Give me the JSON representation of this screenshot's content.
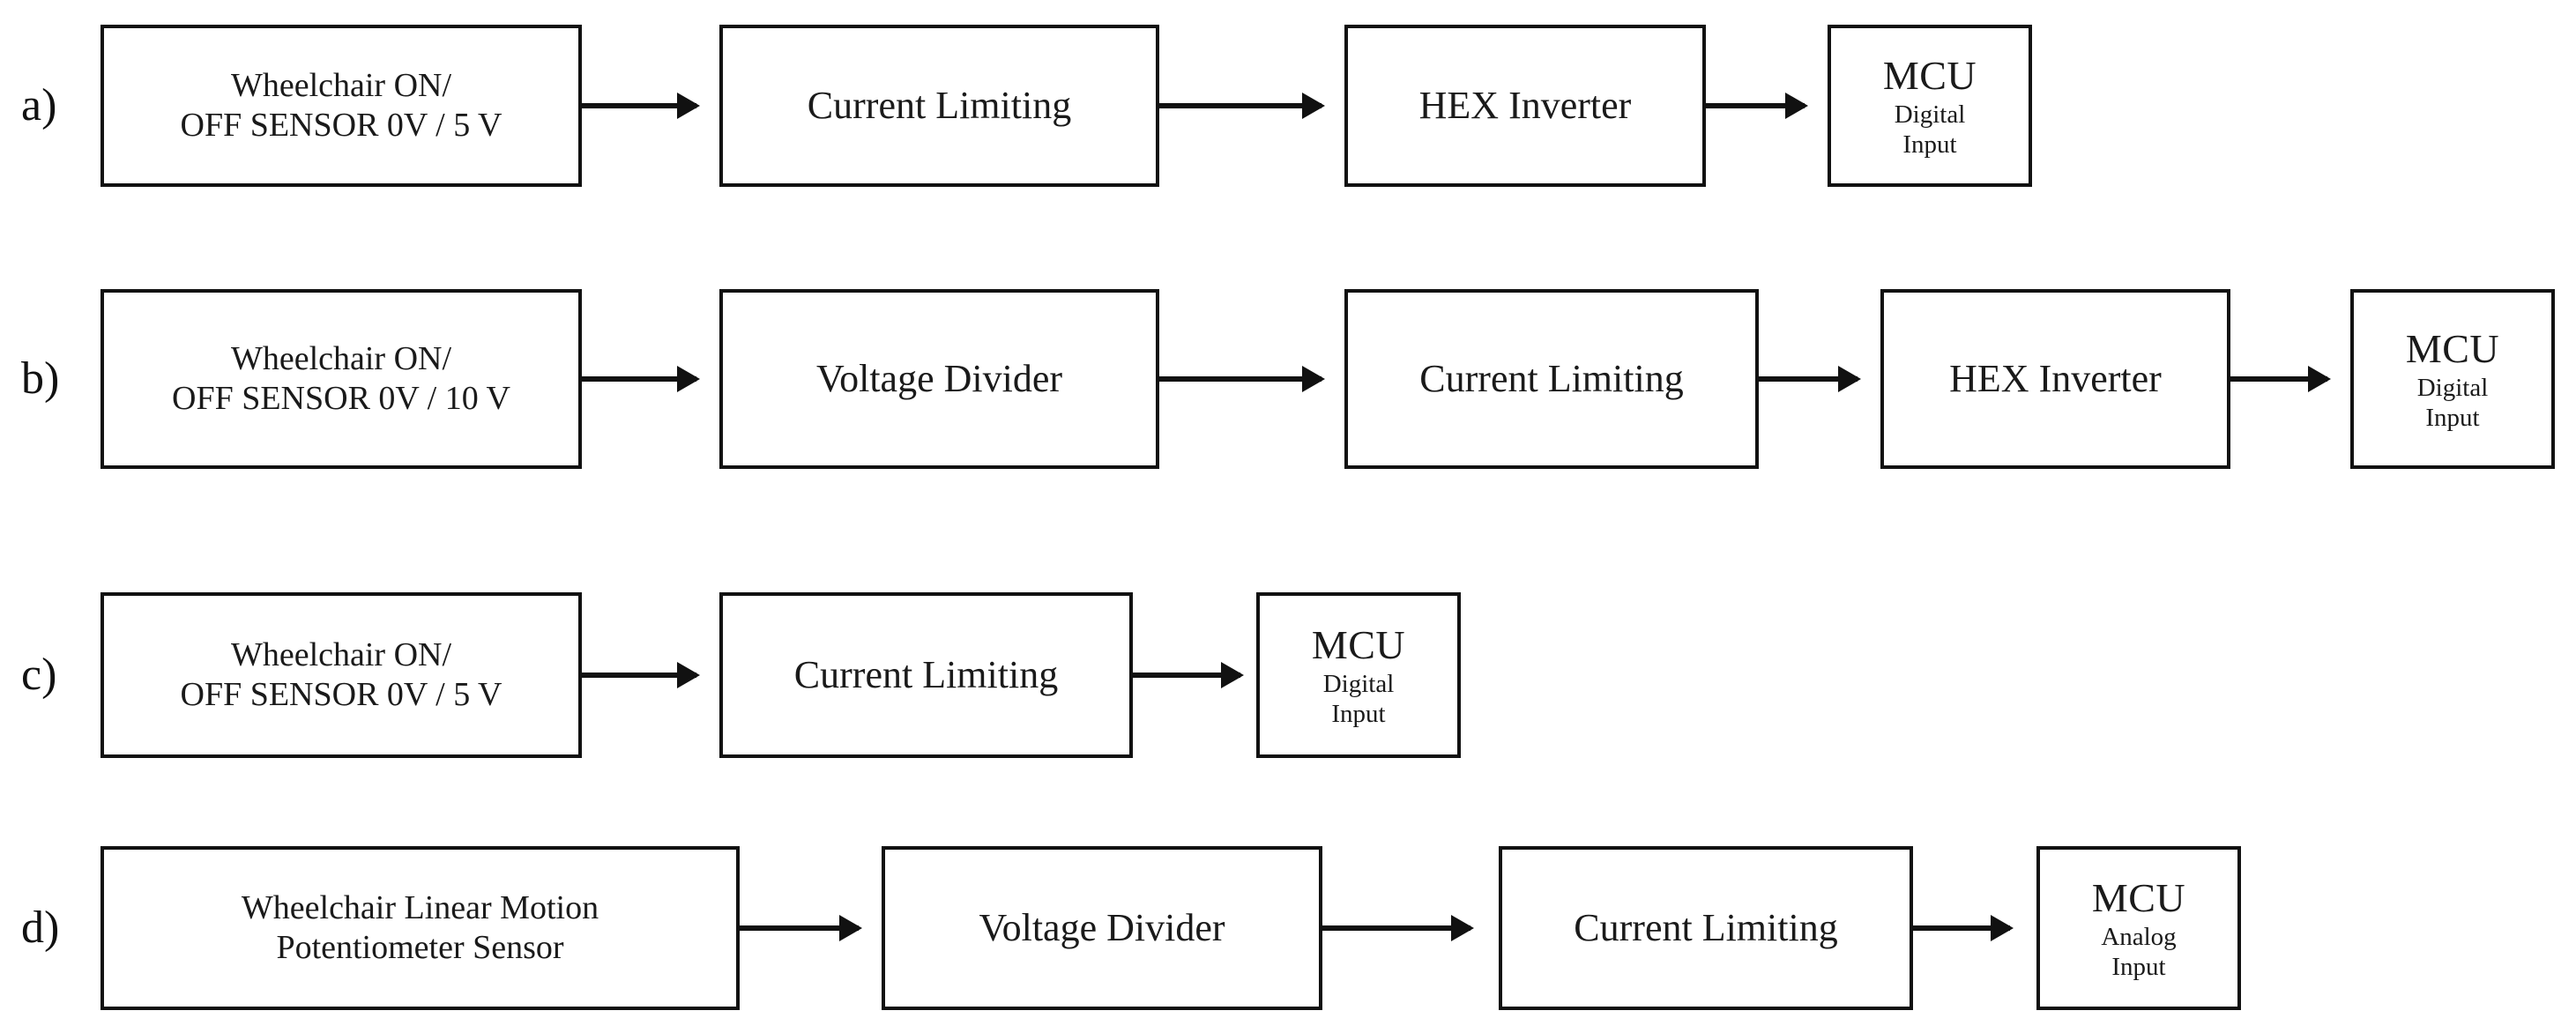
{
  "figure": {
    "kind": "block-diagram",
    "background_color": "#ffffff",
    "line_color": "#111111",
    "text_color": "#1a1a1a",
    "rows": [
      {
        "label": "a)",
        "blocks": [
          {
            "name": "sensor",
            "lines": [
              "Wheelchair ON/",
              "OFF SENSOR 0V / 5 V"
            ],
            "style": "sensor"
          },
          {
            "name": "current-limiting",
            "lines": [
              "Current Limiting"
            ],
            "style": "stage"
          },
          {
            "name": "hex-inverter",
            "lines": [
              "HEX Inverter"
            ],
            "style": "stage"
          },
          {
            "name": "mcu",
            "lines": [
              "MCU",
              "Digital",
              "Input"
            ],
            "style": "mcu"
          }
        ],
        "arrow_count": 3
      },
      {
        "label": "b)",
        "blocks": [
          {
            "name": "sensor",
            "lines": [
              "Wheelchair ON/",
              "OFF SENSOR 0V / 10 V"
            ],
            "style": "sensor"
          },
          {
            "name": "voltage-divider",
            "lines": [
              "Voltage Divider"
            ],
            "style": "stage"
          },
          {
            "name": "current-limiting",
            "lines": [
              "Current Limiting"
            ],
            "style": "stage"
          },
          {
            "name": "hex-inverter",
            "lines": [
              "HEX Inverter"
            ],
            "style": "stage"
          },
          {
            "name": "mcu",
            "lines": [
              "MCU",
              "Digital",
              "Input"
            ],
            "style": "mcu"
          }
        ],
        "arrow_count": 4
      },
      {
        "label": "c)",
        "blocks": [
          {
            "name": "sensor",
            "lines": [
              "Wheelchair ON/",
              "OFF SENSOR 0V / 5 V"
            ],
            "style": "sensor"
          },
          {
            "name": "current-limiting",
            "lines": [
              "Current Limiting"
            ],
            "style": "stage"
          },
          {
            "name": "mcu",
            "lines": [
              "MCU",
              "Digital",
              "Input"
            ],
            "style": "mcu"
          }
        ],
        "arrow_count": 2
      },
      {
        "label": "d)",
        "blocks": [
          {
            "name": "sensor",
            "lines": [
              "Wheelchair Linear Motion",
              "Potentiometer Sensor"
            ],
            "style": "sensor"
          },
          {
            "name": "voltage-divider",
            "lines": [
              "Voltage Divider"
            ],
            "style": "stage"
          },
          {
            "name": "current-limiting",
            "lines": [
              "Current Limiting"
            ],
            "style": "stage"
          },
          {
            "name": "mcu",
            "lines": [
              "MCU",
              "Analog",
              "Input"
            ],
            "style": "mcu"
          }
        ],
        "arrow_count": 3
      }
    ]
  }
}
